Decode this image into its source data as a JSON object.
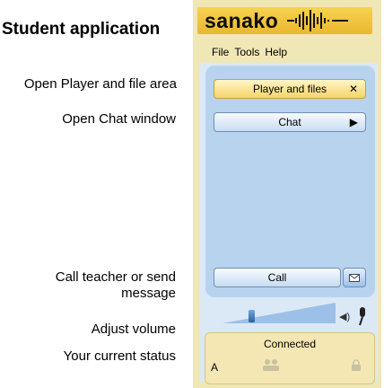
{
  "page": {
    "heading": "Student application"
  },
  "annotations": [
    {
      "text": "Open Player and file area"
    },
    {
      "text": "Open Chat window"
    },
    {
      "text": "Call teacher or send message"
    },
    {
      "text": "Adjust volume"
    },
    {
      "text": "Your current status"
    }
  ],
  "app": {
    "brand": "sanako",
    "menu": [
      "File",
      "Tools",
      "Help"
    ],
    "buttons": {
      "player": "Player and files",
      "chat": "Chat",
      "call": "Call"
    },
    "status": {
      "text": "Connected",
      "group": "A"
    },
    "volume_level": 0.25,
    "colors": {
      "annotation_line": "#7a2231",
      "logo_bar": "#f0c33c",
      "panel_blue": "#b8d3ee",
      "status_bg": "#f5e7b3"
    },
    "icons": [
      "close-icon",
      "chevron-right-icon",
      "envelope-icon",
      "speaker-icon",
      "microphone-icon",
      "people-icon",
      "lock-icon"
    ]
  }
}
